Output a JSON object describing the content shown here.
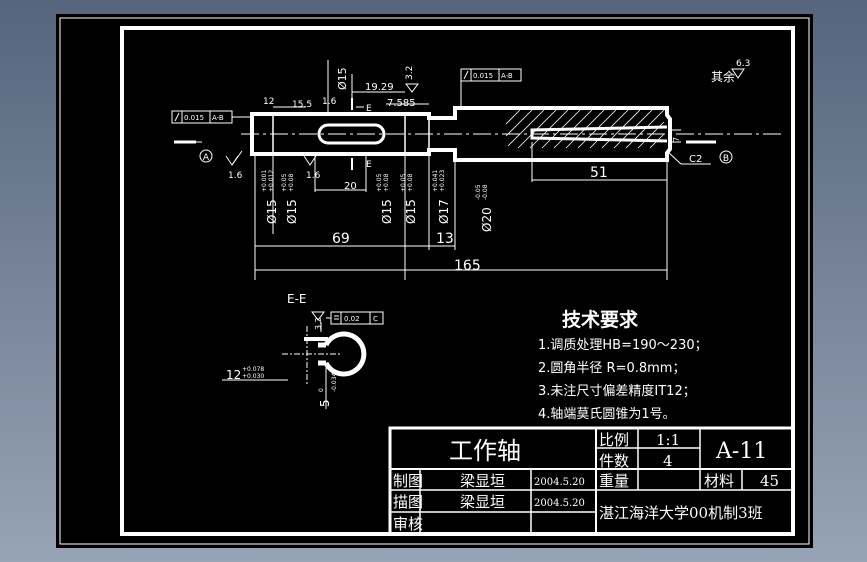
{
  "colors": {
    "background": "#000000",
    "line": "#ffffff",
    "desktop_top": "#56657c",
    "desktop_bottom": "#97a3b6"
  },
  "dims": {
    "d15_top": "Ø15",
    "d19_29": "19.29",
    "d12": "12",
    "d15_5": "15.5",
    "d1_6": "1.6",
    "d7_585": "7.585",
    "d51": "51",
    "d20": "20",
    "d69": "69",
    "d13": "13",
    "d165": "165",
    "d7": "7",
    "c2": "C2",
    "shaft_d1": "Ø15",
    "shaft_d1_tol": [
      "+0.001",
      "+0.012"
    ],
    "shaft_d2": "Ø15",
    "shaft_d2_tol": [
      "+0.05",
      "+0.08"
    ],
    "shaft_d3": "Ø15",
    "shaft_d3_tol": [
      "+0.05",
      "+0.08"
    ],
    "shaft_d4": "Ø15",
    "shaft_d4_tol": [
      "+0.05",
      "+0.08"
    ],
    "shaft_d5": "Ø17",
    "shaft_d5_tol": [
      "+0.041",
      "+0.023"
    ],
    "shaft_d6": "Ø20",
    "shaft_d6_tol": [
      "-0.05",
      "-0.08"
    ],
    "e_mark": "E",
    "datum_a": "A",
    "datum_b": "B",
    "rough_3_2": "3.2",
    "rough_6_3": "6.3",
    "rough_1_6a": "1.6",
    "rough_1_6b": "1.6"
  },
  "tolerances": {
    "fcf_left": [
      "0.015",
      "A-B"
    ],
    "fcf_right": [
      "0.015",
      "A-B"
    ],
    "fcf_section": [
      "0.02",
      "C"
    ]
  },
  "section": {
    "title": "E-E",
    "dim_12": "12",
    "dim_12_tol": [
      "+0.078",
      "+0.030"
    ],
    "dim_5": "5",
    "dim_5_tol": [
      "0",
      "-0.034"
    ],
    "rough": "3.2"
  },
  "remaining_finish": {
    "label": "其余",
    "rough": "6.3"
  },
  "requirements": {
    "title": "技术要求",
    "items": [
      "1.调质处理HB=190～230；",
      "2.圆角半径 R=0.8mm；",
      "3.未注尺寸偏差精度IT12；",
      "4.轴端莫氏圆锥为1号。"
    ]
  },
  "title_block": {
    "part_name": "工作轴",
    "scale_label": "比例",
    "scale_value": "1:1",
    "qty_label": "件数",
    "qty_value": "4",
    "drawing_no": "A-11",
    "weight_label": "重量",
    "material_label": "材料",
    "material_value": "45",
    "drawn_label": "制图",
    "drawn_name": "梁显垣",
    "drawn_date": "2004.5.20",
    "traced_label": "描图",
    "traced_name": "梁显垣",
    "traced_date": "2004.5.20",
    "review_label": "审核",
    "org": "湛江海洋大学00机制3班"
  }
}
